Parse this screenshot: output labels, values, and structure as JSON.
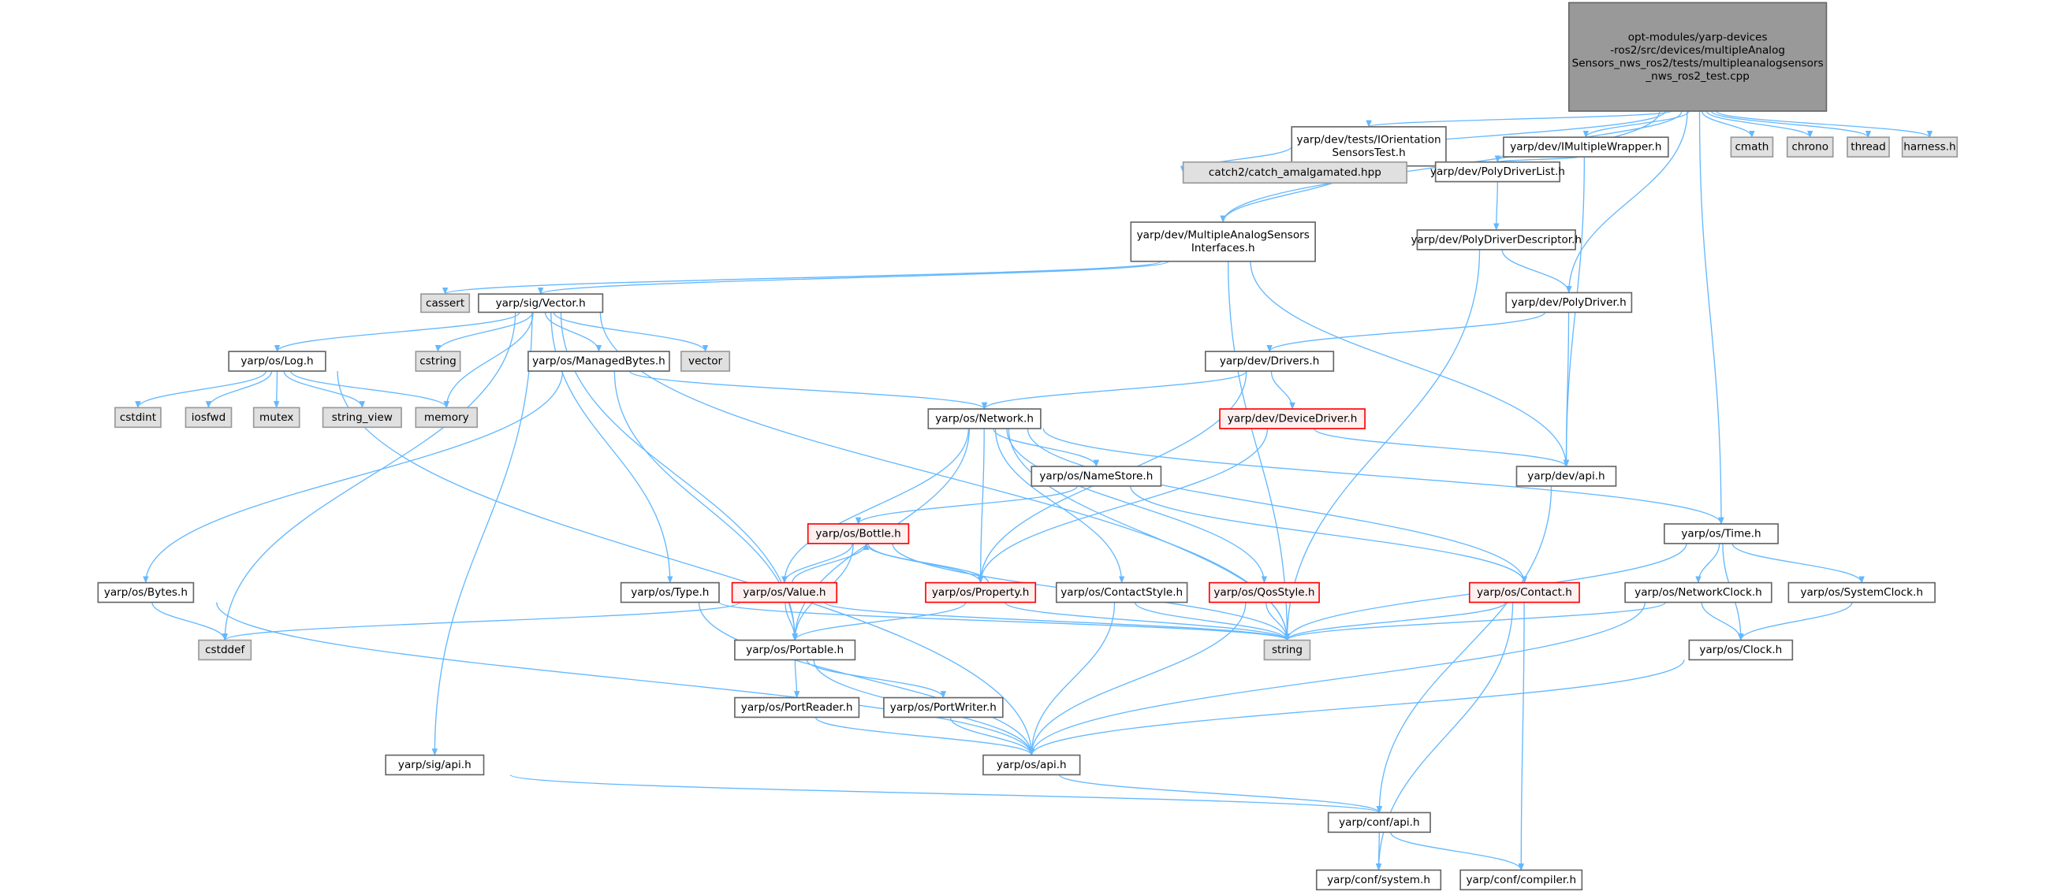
{
  "colors": {
    "edge": "#63b8ff",
    "root_fill": "#999999",
    "root_border": "#666666",
    "system_fill": "#e0e0e0",
    "system_border": "#999999",
    "normal_fill": "#ffffff",
    "normal_border": "#666666",
    "truncated_fill": "#fff0f0",
    "truncated_border": "#ff0000"
  },
  "nodes": [
    {
      "id": "main",
      "kind": "root",
      "lines": [
        "opt-modules/yarp-devices",
        "-ros2/src/devices/multipleAnalog",
        "Sensors_nws_ros2/tests/multipleanalogsensors",
        "_nws_ros2_test.cpp"
      ]
    },
    {
      "id": "iorient",
      "kind": "normal",
      "lines": [
        "yarp/dev/tests/IOrientation",
        "SensorsTest.h"
      ]
    },
    {
      "id": "catch2",
      "kind": "system",
      "lines": [
        "catch2/catch_amalgamated.hpp"
      ]
    },
    {
      "id": "imw",
      "kind": "normal",
      "lines": [
        "yarp/dev/IMultipleWrapper.h"
      ]
    },
    {
      "id": "pdl",
      "kind": "normal",
      "lines": [
        "yarp/dev/PolyDriverList.h"
      ]
    },
    {
      "id": "cmath",
      "kind": "system",
      "lines": [
        "cmath"
      ]
    },
    {
      "id": "chrono",
      "kind": "system",
      "lines": [
        "chrono"
      ]
    },
    {
      "id": "thread",
      "kind": "system",
      "lines": [
        "thread"
      ]
    },
    {
      "id": "harness",
      "kind": "system",
      "lines": [
        "harness.h"
      ]
    },
    {
      "id": "masi",
      "kind": "normal",
      "lines": [
        "yarp/dev/MultipleAnalogSensors",
        "Interfaces.h"
      ]
    },
    {
      "id": "pdd",
      "kind": "normal",
      "lines": [
        "yarp/dev/PolyDriverDescriptor.h"
      ]
    },
    {
      "id": "pd",
      "kind": "normal",
      "lines": [
        "yarp/dev/PolyDriver.h"
      ]
    },
    {
      "id": "cassert",
      "kind": "system",
      "lines": [
        "cassert"
      ]
    },
    {
      "id": "vector_h",
      "kind": "normal",
      "lines": [
        "yarp/sig/Vector.h"
      ]
    },
    {
      "id": "log",
      "kind": "normal",
      "lines": [
        "yarp/os/Log.h"
      ]
    },
    {
      "id": "cstring",
      "kind": "system",
      "lines": [
        "cstring"
      ]
    },
    {
      "id": "mb",
      "kind": "normal",
      "lines": [
        "yarp/os/ManagedBytes.h"
      ]
    },
    {
      "id": "vector",
      "kind": "system",
      "lines": [
        "vector"
      ]
    },
    {
      "id": "drivers",
      "kind": "normal",
      "lines": [
        "yarp/dev/Drivers.h"
      ]
    },
    {
      "id": "cstdint",
      "kind": "system",
      "lines": [
        "cstdint"
      ]
    },
    {
      "id": "iosfwd",
      "kind": "system",
      "lines": [
        "iosfwd"
      ]
    },
    {
      "id": "mutex",
      "kind": "system",
      "lines": [
        "mutex"
      ]
    },
    {
      "id": "string_view",
      "kind": "system",
      "lines": [
        "string_view"
      ]
    },
    {
      "id": "memory",
      "kind": "system",
      "lines": [
        "memory"
      ]
    },
    {
      "id": "devdrv",
      "kind": "truncated",
      "lines": [
        "yarp/dev/DeviceDriver.h"
      ]
    },
    {
      "id": "network",
      "kind": "normal",
      "lines": [
        "yarp/os/Network.h"
      ]
    },
    {
      "id": "namestore",
      "kind": "normal",
      "lines": [
        "yarp/os/NameStore.h"
      ]
    },
    {
      "id": "devapi",
      "kind": "normal",
      "lines": [
        "yarp/dev/api.h"
      ]
    },
    {
      "id": "bottle",
      "kind": "truncated",
      "lines": [
        "yarp/os/Bottle.h"
      ]
    },
    {
      "id": "time",
      "kind": "normal",
      "lines": [
        "yarp/os/Time.h"
      ]
    },
    {
      "id": "bytes",
      "kind": "normal",
      "lines": [
        "yarp/os/Bytes.h"
      ]
    },
    {
      "id": "type",
      "kind": "normal",
      "lines": [
        "yarp/os/Type.h"
      ]
    },
    {
      "id": "value",
      "kind": "truncated",
      "lines": [
        "yarp/os/Value.h"
      ]
    },
    {
      "id": "property",
      "kind": "truncated",
      "lines": [
        "yarp/os/Property.h"
      ]
    },
    {
      "id": "contactstyle",
      "kind": "normal",
      "lines": [
        "yarp/os/ContactStyle.h"
      ]
    },
    {
      "id": "qosstyle",
      "kind": "truncated",
      "lines": [
        "yarp/os/QosStyle.h"
      ]
    },
    {
      "id": "contact",
      "kind": "truncated",
      "lines": [
        "yarp/os/Contact.h"
      ]
    },
    {
      "id": "netclock",
      "kind": "normal",
      "lines": [
        "yarp/os/NetworkClock.h"
      ]
    },
    {
      "id": "sysclock",
      "kind": "normal",
      "lines": [
        "yarp/os/SystemClock.h"
      ]
    },
    {
      "id": "cstddef",
      "kind": "system",
      "lines": [
        "cstddef"
      ]
    },
    {
      "id": "string",
      "kind": "system",
      "lines": [
        "string"
      ]
    },
    {
      "id": "portable",
      "kind": "normal",
      "lines": [
        "yarp/os/Portable.h"
      ]
    },
    {
      "id": "clock",
      "kind": "normal",
      "lines": [
        "yarp/os/Clock.h"
      ]
    },
    {
      "id": "portreader",
      "kind": "normal",
      "lines": [
        "yarp/os/PortReader.h"
      ]
    },
    {
      "id": "portwriter",
      "kind": "normal",
      "lines": [
        "yarp/os/PortWriter.h"
      ]
    },
    {
      "id": "osapi",
      "kind": "normal",
      "lines": [
        "yarp/os/api.h"
      ]
    },
    {
      "id": "sigapi",
      "kind": "normal",
      "lines": [
        "yarp/sig/api.h"
      ]
    },
    {
      "id": "confapi",
      "kind": "normal",
      "lines": [
        "yarp/conf/api.h"
      ]
    },
    {
      "id": "confsystem",
      "kind": "normal",
      "lines": [
        "yarp/conf/system.h"
      ]
    },
    {
      "id": "confcompiler",
      "kind": "normal",
      "lines": [
        "yarp/conf/compiler.h"
      ]
    }
  ],
  "edges": [
    [
      "main",
      "iorient"
    ],
    [
      "main",
      "catch2"
    ],
    [
      "main",
      "masi"
    ],
    [
      "main",
      "imw"
    ],
    [
      "main",
      "pdl"
    ],
    [
      "main",
      "pd"
    ],
    [
      "main",
      "time"
    ],
    [
      "main",
      "cmath"
    ],
    [
      "main",
      "chrono"
    ],
    [
      "main",
      "thread"
    ],
    [
      "main",
      "harness"
    ],
    [
      "iorient",
      "catch2"
    ],
    [
      "iorient",
      "masi"
    ],
    [
      "imw",
      "pdl"
    ],
    [
      "imw",
      "devapi"
    ],
    [
      "pdl",
      "pdd"
    ],
    [
      "pdd",
      "pd"
    ],
    [
      "pdd",
      "string"
    ],
    [
      "masi",
      "cassert"
    ],
    [
      "masi",
      "vector_h"
    ],
    [
      "masi",
      "string"
    ],
    [
      "masi",
      "devapi"
    ],
    [
      "pd",
      "drivers"
    ],
    [
      "pd",
      "devapi"
    ],
    [
      "vector_h",
      "log"
    ],
    [
      "vector_h",
      "cstring"
    ],
    [
      "vector_h",
      "mb"
    ],
    [
      "vector_h",
      "vector"
    ],
    [
      "vector_h",
      "memory"
    ],
    [
      "vector_h",
      "type"
    ],
    [
      "vector_h",
      "portable"
    ],
    [
      "vector_h",
      "string"
    ],
    [
      "vector_h",
      "cstddef"
    ],
    [
      "vector_h",
      "sigapi"
    ],
    [
      "log",
      "cstdint"
    ],
    [
      "log",
      "iosfwd"
    ],
    [
      "log",
      "mutex"
    ],
    [
      "log",
      "string_view"
    ],
    [
      "log",
      "memory"
    ],
    [
      "log",
      "osapi"
    ],
    [
      "mb",
      "network"
    ],
    [
      "mb",
      "bytes"
    ],
    [
      "mb",
      "portable"
    ],
    [
      "drivers",
      "network"
    ],
    [
      "drivers",
      "devdrv"
    ],
    [
      "drivers",
      "property"
    ],
    [
      "devdrv",
      "devapi"
    ],
    [
      "devdrv",
      "property"
    ],
    [
      "network",
      "namestore"
    ],
    [
      "network",
      "value"
    ],
    [
      "network",
      "property"
    ],
    [
      "network",
      "contactstyle"
    ],
    [
      "network",
      "qosstyle"
    ],
    [
      "network",
      "contact"
    ],
    [
      "network",
      "time"
    ],
    [
      "network",
      "portable"
    ],
    [
      "network",
      "string"
    ],
    [
      "namestore",
      "bottle"
    ],
    [
      "namestore",
      "contact"
    ],
    [
      "devapi",
      "confapi"
    ],
    [
      "bottle",
      "value"
    ],
    [
      "bottle",
      "property"
    ],
    [
      "bottle",
      "portable"
    ],
    [
      "bottle",
      "string"
    ],
    [
      "value",
      "bottle"
    ],
    [
      "value",
      "portable"
    ],
    [
      "value",
      "string"
    ],
    [
      "value",
      "cstddef"
    ],
    [
      "property",
      "bottle"
    ],
    [
      "property",
      "portable"
    ],
    [
      "property",
      "string"
    ],
    [
      "contactstyle",
      "string"
    ],
    [
      "contactstyle",
      "osapi"
    ],
    [
      "qosstyle",
      "string"
    ],
    [
      "qosstyle",
      "osapi"
    ],
    [
      "contact",
      "string"
    ],
    [
      "contact",
      "confsystem"
    ],
    [
      "contact",
      "confcompiler"
    ],
    [
      "time",
      "string"
    ],
    [
      "time",
      "netclock"
    ],
    [
      "time",
      "sysclock"
    ],
    [
      "time",
      "clock"
    ],
    [
      "netclock",
      "string"
    ],
    [
      "netclock",
      "clock"
    ],
    [
      "netclock",
      "osapi"
    ],
    [
      "sysclock",
      "clock"
    ],
    [
      "clock",
      "osapi"
    ],
    [
      "bytes",
      "cstddef"
    ],
    [
      "bytes",
      "osapi"
    ],
    [
      "type",
      "string"
    ],
    [
      "type",
      "osapi"
    ],
    [
      "portable",
      "portreader"
    ],
    [
      "portable",
      "portwriter"
    ],
    [
      "portable",
      "osapi"
    ],
    [
      "portreader",
      "osapi"
    ],
    [
      "portwriter",
      "osapi"
    ],
    [
      "osapi",
      "confapi"
    ],
    [
      "sigapi",
      "confapi"
    ],
    [
      "confapi",
      "confsystem"
    ],
    [
      "confapi",
      "confcompiler"
    ]
  ]
}
